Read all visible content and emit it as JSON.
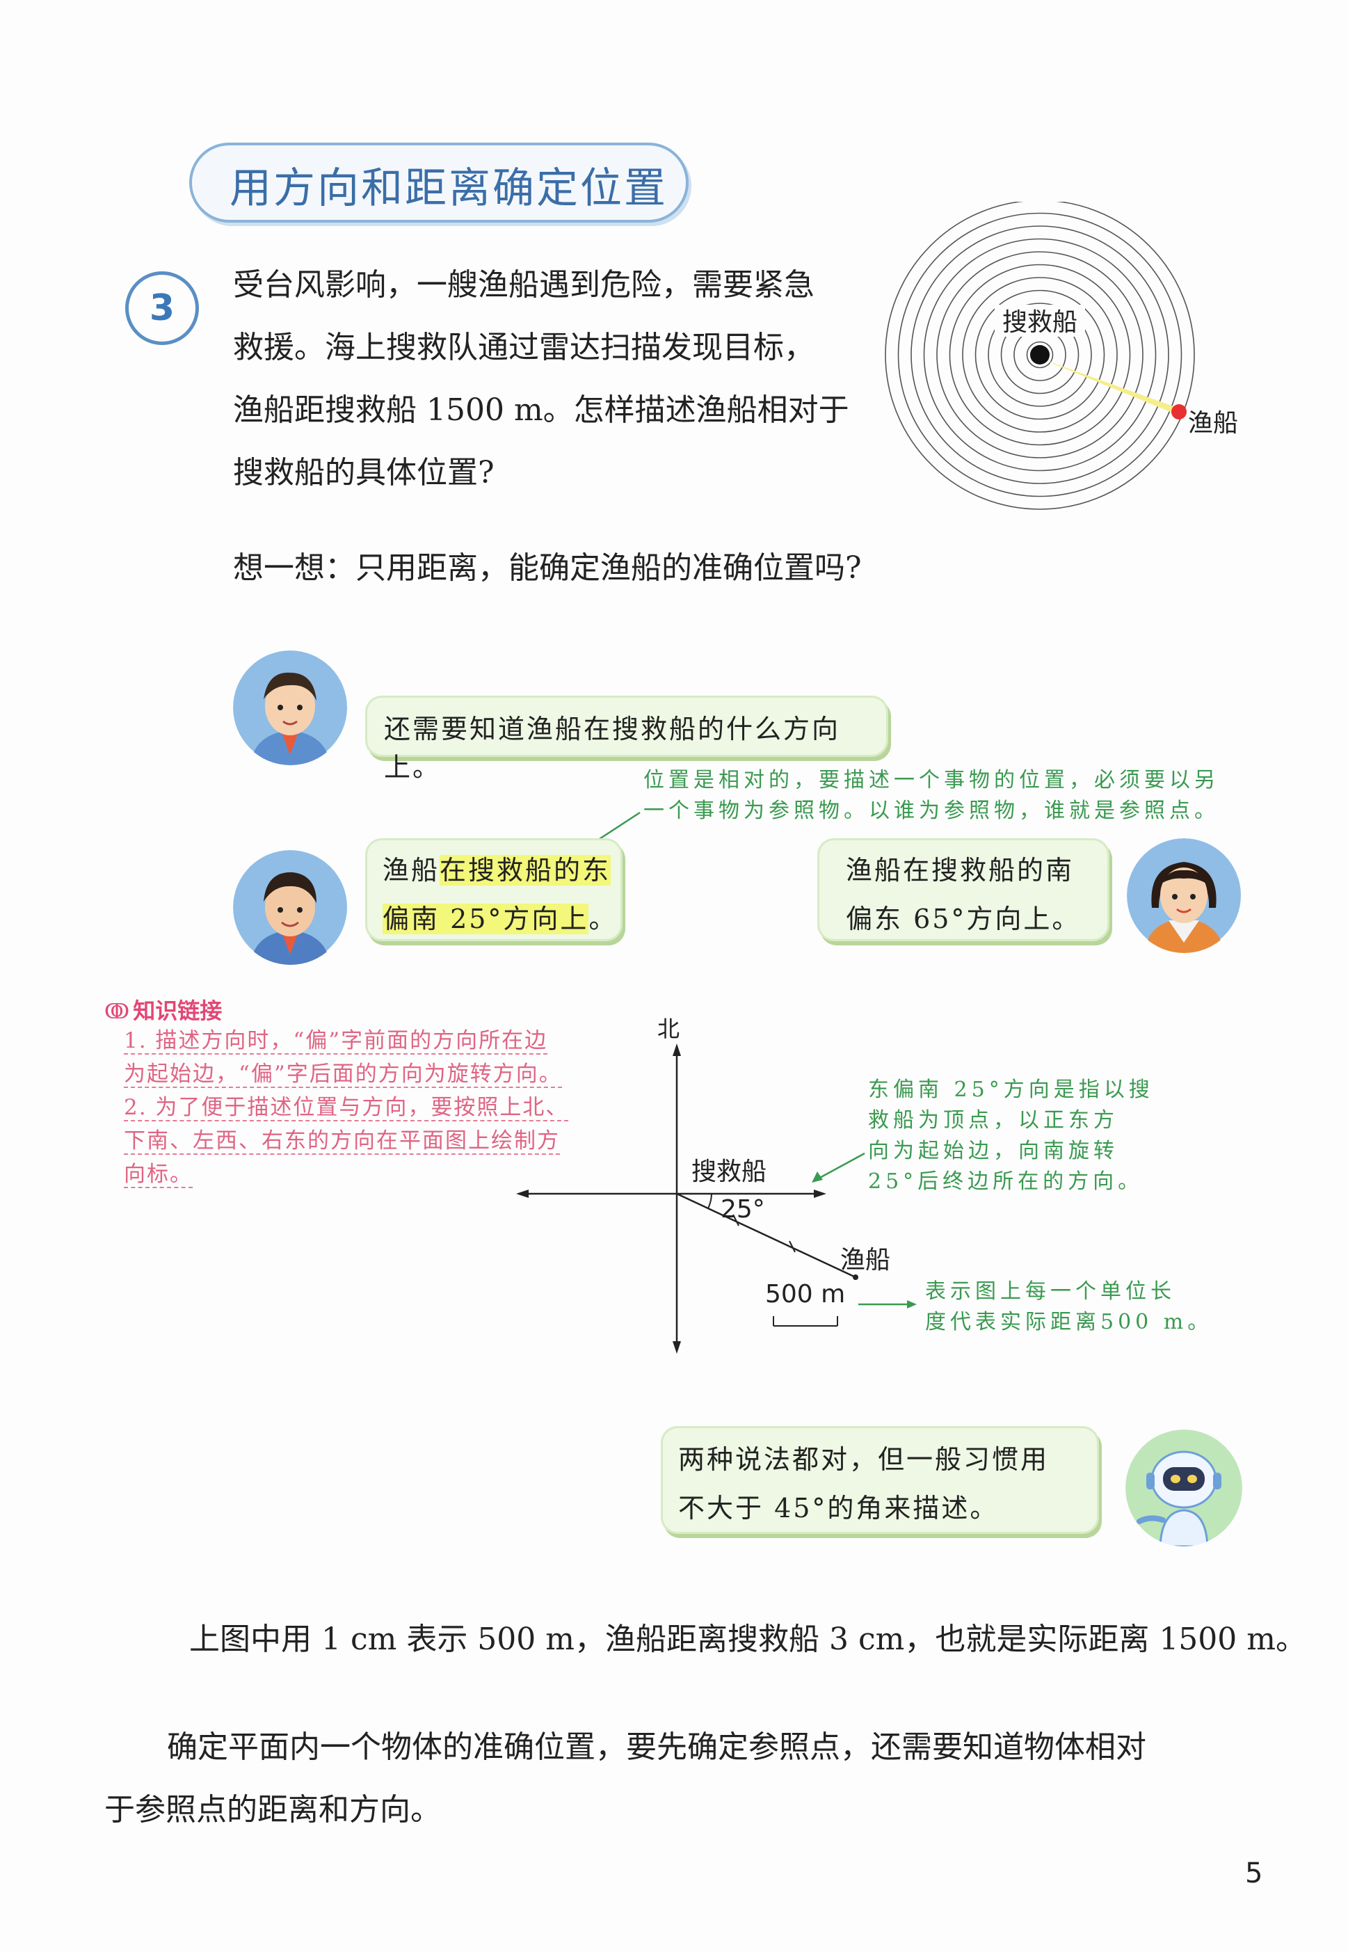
{
  "section_title": "用方向和距离确定位置",
  "problem": {
    "number": "3",
    "lines": [
      "受台风影响，一艘渔船遇到危险，需要紧急",
      "救援。海上搜救队通过雷达扫描发现目标，",
      "渔船距搜救船 1500 m。怎样描述渔船相对于",
      "搜救船的具体位置?"
    ]
  },
  "radar": {
    "center_label": "搜救船",
    "target_label": "渔船",
    "colors": {
      "ring": "#555555",
      "beam": "#f5ee8a",
      "target": "#e83030"
    }
  },
  "think": "想一想：只用距离，能确定渔船的准确位置吗?",
  "dialog": {
    "boy1": "还需要知道渔船在搜救船的什么方向上。",
    "boy2_line1_pre": "渔船",
    "boy2_line1_hl": "在搜救船的东",
    "boy2_line2_hl": "偏南 25°方向上",
    "boy2_line2_post": "。",
    "girl_line1": "渔船在搜救船的南",
    "girl_line2": "偏东 65°方向上。",
    "reference_note_line1": "位置是相对的，要描述一个事物的位置，必须要以另",
    "reference_note_line2": "一个事物为参照物。以谁为参照物，谁就是参照点。"
  },
  "knowledge_link": {
    "title": "知识链接",
    "lines": [
      "1. 描述方向时，“偏”字前面的方向所在边",
      "为起始边，“偏”字后面的方向为旋转方向。",
      "2. 为了便于描述位置与方向，要按照上北、",
      "下南、左西、右东的方向在平面图上绘制方",
      "向标。"
    ]
  },
  "diagram": {
    "north": "北",
    "origin_label": "搜救船",
    "angle": "25°",
    "target_label": "渔船",
    "scale": "500 m",
    "angle_note": [
      "东偏南 25°方向是指以搜",
      "救船为顶点，以正东方",
      "向为起始边，向南旋转",
      "25°后终边所在的方向。"
    ],
    "scale_note": [
      "表示图上每一个单位长",
      "度代表实际距离500 m。"
    ]
  },
  "robot": {
    "line1": "两种说法都对，但一般习惯用",
    "line2": "不大于 45°的角来描述。"
  },
  "paragraph1": "上图中用 1 cm 表示 500 m，渔船距离搜救船 3 cm，也就是实际距离 1500 m。",
  "conclusion": [
    "确定平面内一个物体的准确位置，要先确定参照点，还需要知道物体相对",
    "于参照点的距离和方向。"
  ],
  "page_number": "5"
}
